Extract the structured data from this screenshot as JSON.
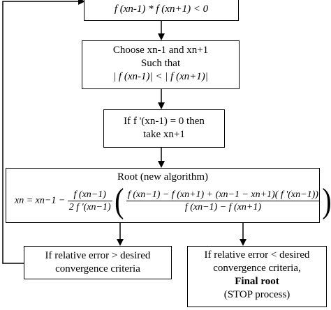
{
  "box1": {
    "line1": "f (xn-1) * f (xn+1) < 0"
  },
  "box2": {
    "line1": "Choose xn-1 and xn+1",
    "line2": "Such that",
    "line3": "| f (xn-1)| < | f (xn+1)|"
  },
  "box3": {
    "line1": "If f '(xn-1) = 0 then",
    "line2": "take xn+1"
  },
  "box4": {
    "title": "Root (new algorithm)",
    "lhs": "xn = xn−1 −",
    "frac1_num": "f (xn−1)",
    "frac1_den": "2 f '(xn−1)",
    "frac2_num": "f (xn−1) − f (xn+1) + (xn−1 − xn+1)( f '(xn−1))",
    "frac2_den": "f (xn−1) − f (xn+1)"
  },
  "box5": {
    "line1": "If relative error > desired",
    "line2": "convergence criteria"
  },
  "box6": {
    "line1": "If relative error < desired",
    "line2": "convergence criteria,",
    "line3": "Final root",
    "line4": "(STOP process)"
  }
}
